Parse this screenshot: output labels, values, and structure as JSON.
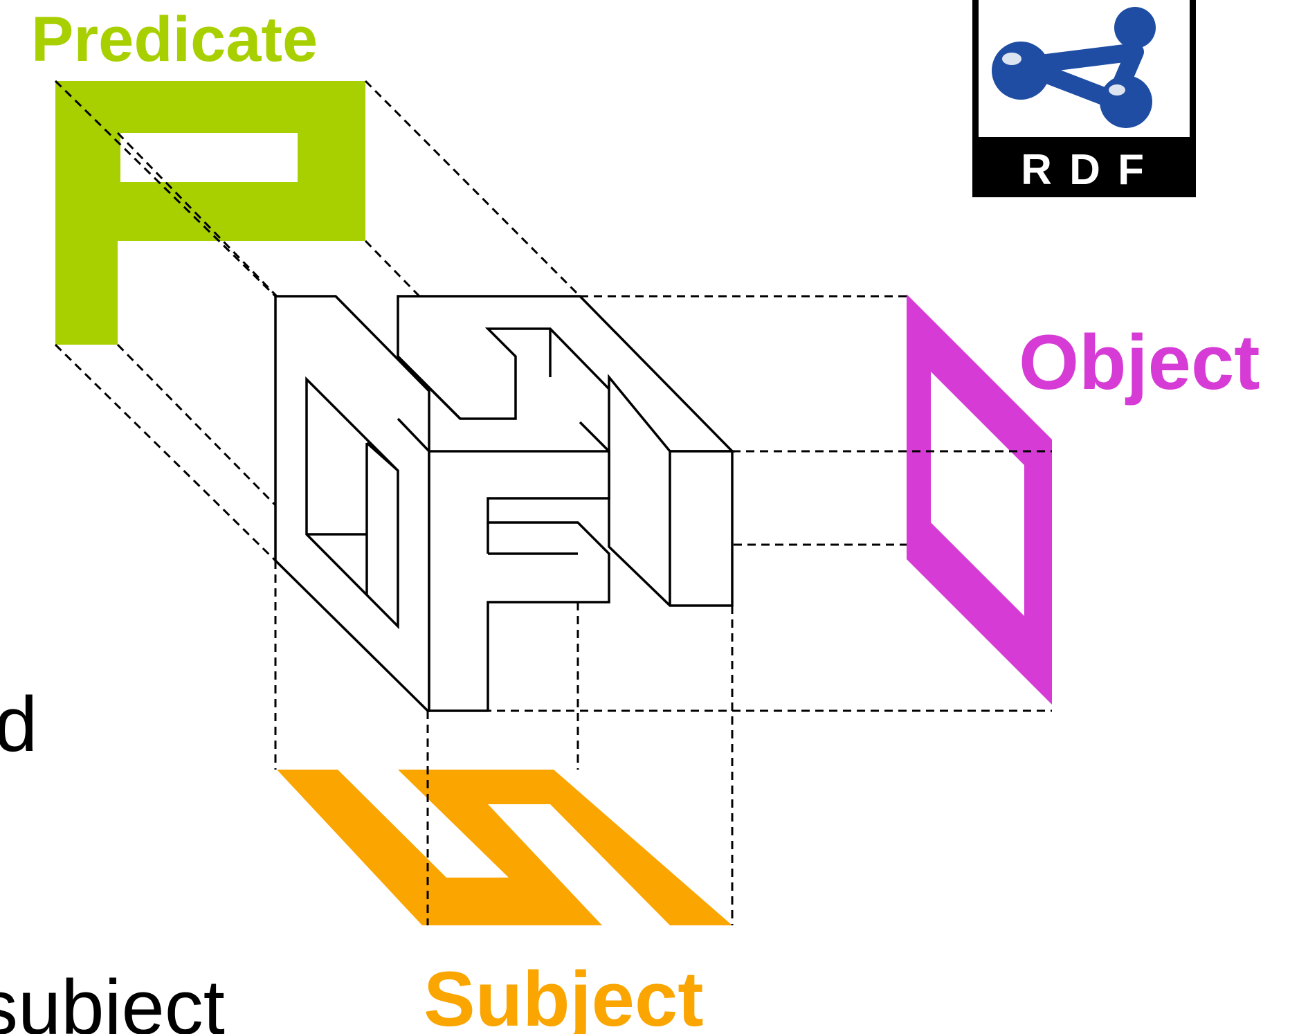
{
  "labels": {
    "predicate": "Predicate",
    "object": "Object",
    "subject": "Subject"
  },
  "logo": {
    "text": "R D F"
  },
  "side_text": {
    "line1": "d",
    "line2": "subject"
  },
  "colors": {
    "predicate": "#a8cf00",
    "object": "#d63bd6",
    "subject": "#faa500",
    "logo_blue": "#1e4da3",
    "logo_bg": "#000000"
  }
}
